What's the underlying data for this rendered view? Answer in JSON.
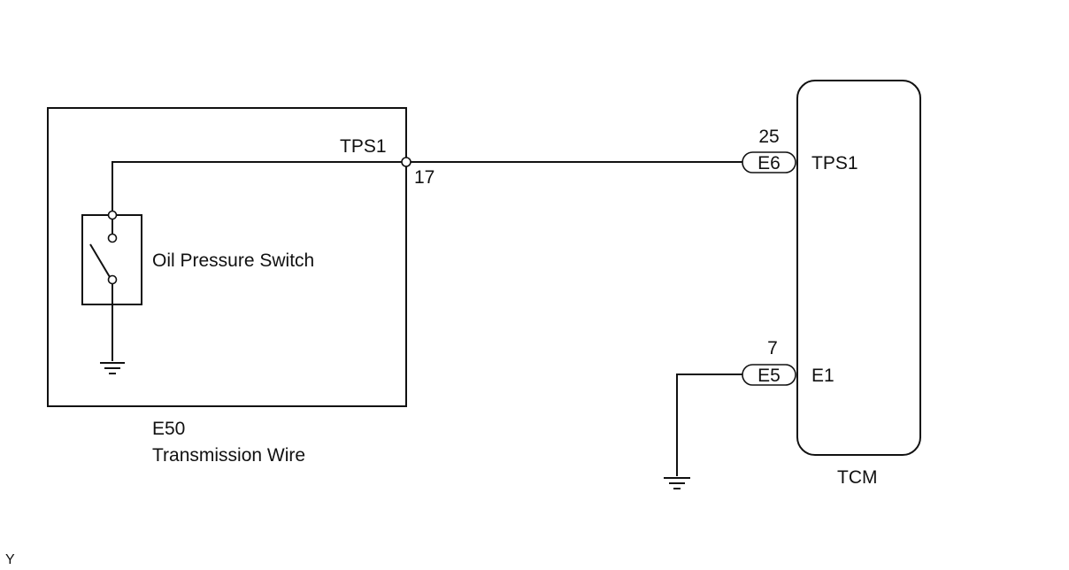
{
  "harness": {
    "id": "E50",
    "name": "Transmission Wire",
    "terminal_label": "TPS1",
    "terminal_pin": "17"
  },
  "switch": {
    "label": "Oil Pressure Switch"
  },
  "tcm": {
    "name": "TCM",
    "pins": [
      {
        "connector": "E6",
        "pin": "25",
        "signal": "TPS1"
      },
      {
        "connector": "E5",
        "pin": "7",
        "signal": "E1"
      }
    ]
  },
  "footer": {
    "code": "Y"
  }
}
